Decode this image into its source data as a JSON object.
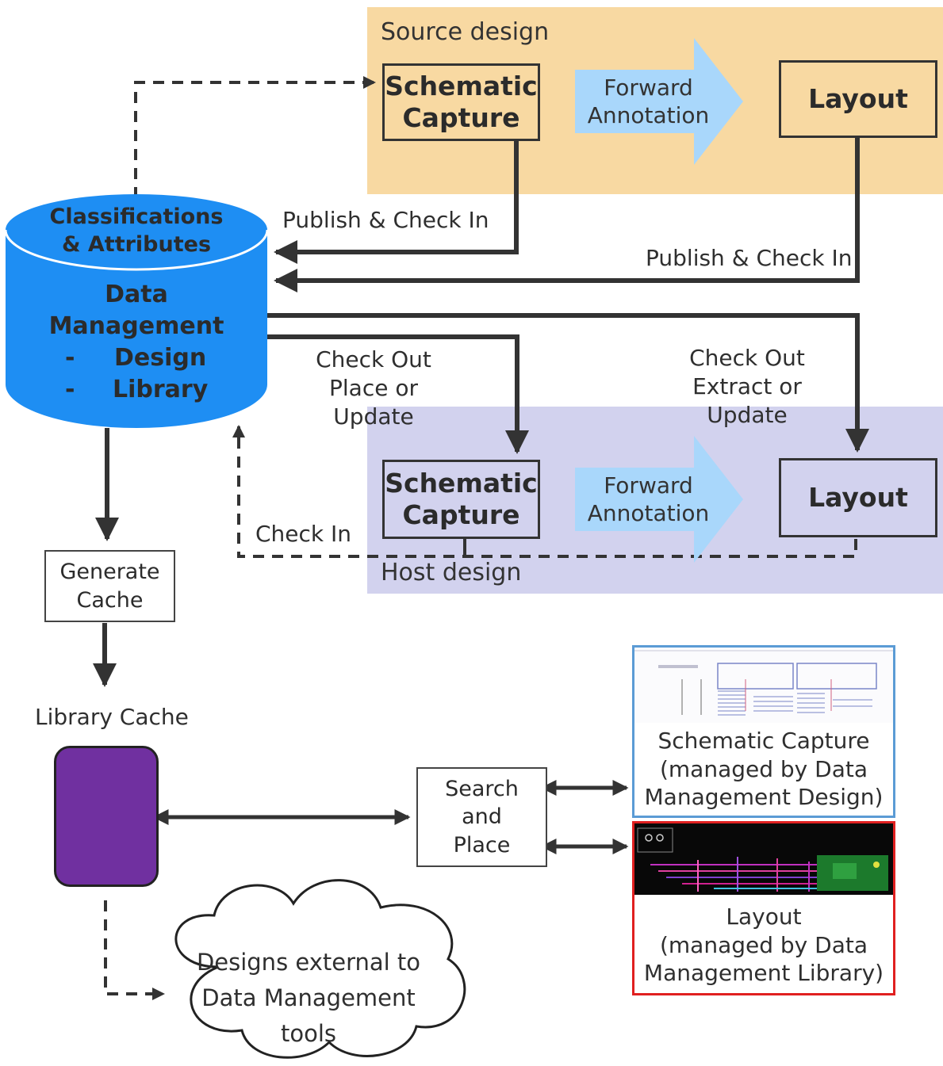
{
  "regions": {
    "source_design": "Source design",
    "host_design": "Host design"
  },
  "source": {
    "schematic_capture": "Schematic\nCapture",
    "forward_annotation": "Forward\nAnnotation",
    "layout": "Layout"
  },
  "host": {
    "schematic_capture": "Schematic\nCapture",
    "forward_annotation": "Forward\nAnnotation",
    "layout": "Layout"
  },
  "database": {
    "top": "Classifications\n& Attributes",
    "title_line1": "Data",
    "title_line2": "Management",
    "item1": "Design",
    "item2": "Library",
    "dash": "-"
  },
  "flows": {
    "publish_schematic": "Publish & Check In",
    "publish_layout": "Publish & Check In",
    "checkout_schematic": "Check Out\nPlace or Update",
    "checkout_layout": "Check Out\nExtract or Update",
    "check_in": "Check In"
  },
  "generate_cache": "Generate\nCache",
  "library_cache": "Library Cache",
  "search_and_place": "Search\nand\nPlace",
  "schematic_thumb_caption": "Schematic Capture\n(managed by Data\nManagement Design)",
  "layout_thumb_caption": "Layout\n(managed by Data\nManagement Library)",
  "cloud_text": "Designs external to\nData Management\ntools",
  "colors": {
    "source_bg": "#f8d9a2",
    "host_bg": "#d2d2ee",
    "database_blue": "#1e8ef3",
    "forward_arrow": "#a9d7fb",
    "cache_purple": "#7030a0",
    "schematic_thumb_border": "#5b9bd5",
    "layout_thumb_border": "#e02020",
    "line": "#333333"
  }
}
